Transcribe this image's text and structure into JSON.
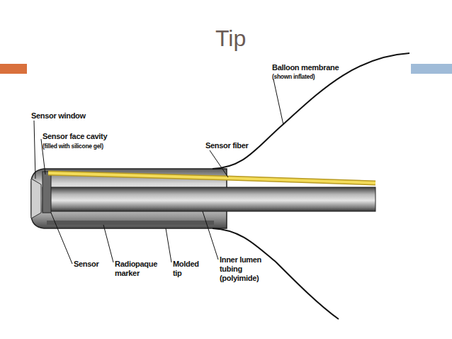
{
  "diagram": {
    "title": "Tip",
    "labels": [
      "Sensor window",
      "Sensor face cavity",
      "(filled with silicone gel)",
      "Sensor fiber",
      "Balloon membrane",
      "(shown inflated)",
      "Sensor",
      "Radiopaque marker",
      "Molded tip",
      "Inner lumen tubing (polyimide)"
    ]
  }
}
